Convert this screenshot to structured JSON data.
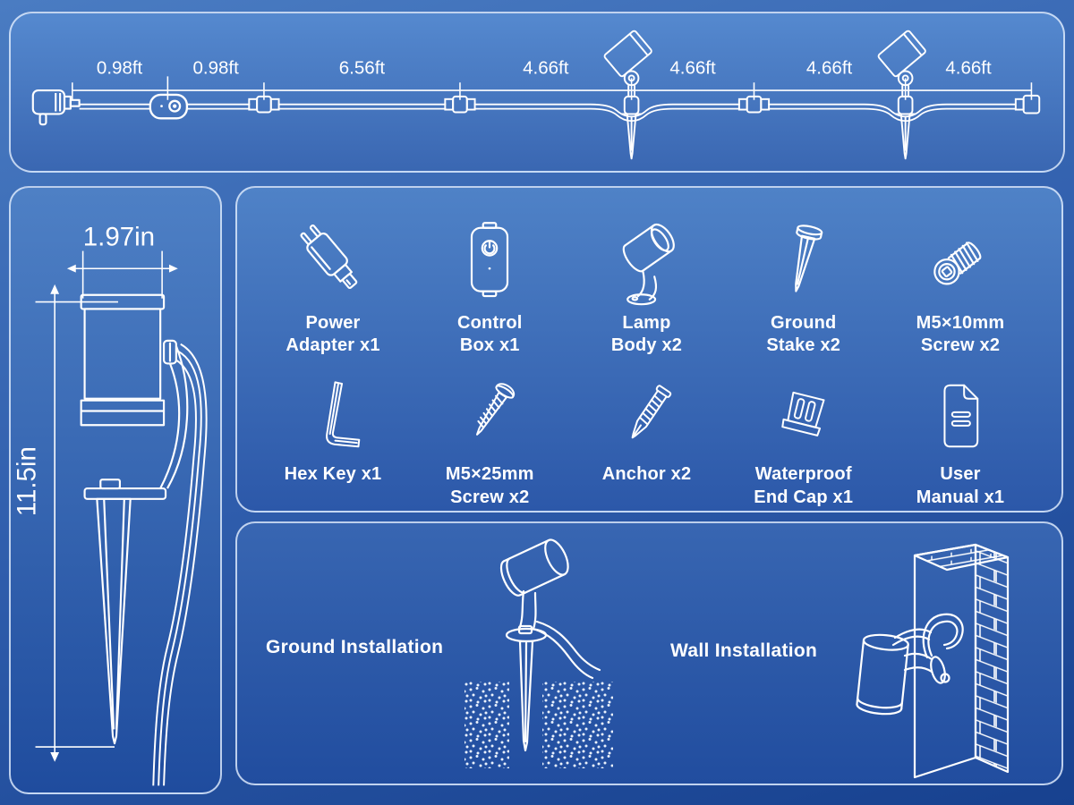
{
  "top_diagram": {
    "segments": [
      {
        "label": "0.98ft"
      },
      {
        "label": "0.98ft"
      },
      {
        "label": "6.56ft"
      },
      {
        "label": "4.66ft"
      },
      {
        "label": "4.66ft"
      },
      {
        "label": "4.66ft"
      },
      {
        "label": "4.66ft"
      }
    ]
  },
  "lamp_dimensions": {
    "width": "1.97in",
    "height": "11.5in"
  },
  "parts": {
    "items": [
      {
        "line1": "Power",
        "line2": "Adapter x1",
        "icon": "power-adapter-icon"
      },
      {
        "line1": "Control",
        "line2": "Box x1",
        "icon": "control-box-icon"
      },
      {
        "line1": "Lamp",
        "line2": "Body x2",
        "icon": "lamp-body-icon"
      },
      {
        "line1": "Ground",
        "line2": "Stake x2",
        "icon": "ground-stake-icon"
      },
      {
        "line1": "M5×10mm",
        "line2": "Screw x2",
        "icon": "machine-screw-icon"
      },
      {
        "line1": "Hex Key x1",
        "line2": "",
        "icon": "hex-key-icon"
      },
      {
        "line1": "M5×25mm",
        "line2": "Screw x2",
        "icon": "tapping-screw-icon"
      },
      {
        "line1": "Anchor x2",
        "line2": "",
        "icon": "anchor-icon"
      },
      {
        "line1": "Waterproof",
        "line2": "End Cap x1",
        "icon": "end-cap-icon"
      },
      {
        "line1": "User",
        "line2": "Manual x1",
        "icon": "user-manual-icon"
      }
    ]
  },
  "installation": {
    "ground": "Ground Installation",
    "wall": "Wall Installation"
  },
  "colors": {
    "background_top": "#4a7cc2",
    "background_bottom": "#17418f",
    "panel_border": "#dfecfd",
    "line_art": "#ffffff",
    "text": "#ffffff"
  }
}
